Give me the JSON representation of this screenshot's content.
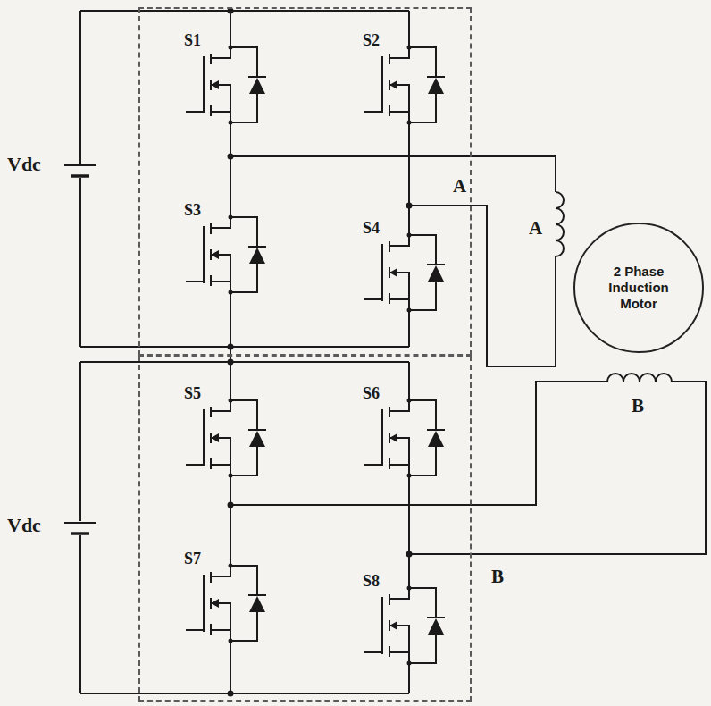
{
  "diagram": {
    "nodes": [
      {
        "text": [
          "A"
        ]
      },
      {
        "text": [
          "B"
        ]
      },
      {
        "text": [
          "2 Phase Induction Motor"
        ]
      }
    ],
    "labels": [
      "S1",
      "S2",
      "Vdc",
      "S3",
      "S4",
      "A",
      "S5",
      "S6",
      "Vdc",
      "S7",
      "S8",
      "B"
    ]
  }
}
